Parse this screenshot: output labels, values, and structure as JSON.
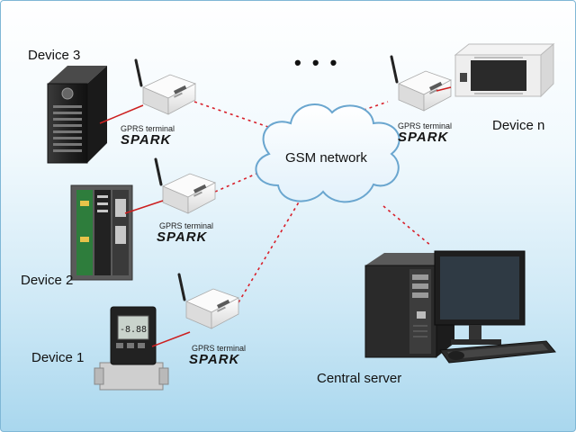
{
  "cloud": {
    "label": "GSM network"
  },
  "ellipsis": "• • •",
  "devices": {
    "device3": "Device 3",
    "device2": "Device 2",
    "device1": "Device 1",
    "device_n": "Device n"
  },
  "terminal": {
    "label": "GPRS terminal",
    "brand": "SPARK"
  },
  "server": {
    "label": "Central server"
  },
  "colors": {
    "link": "#d81f2a",
    "cable": "#cc1f1f",
    "cloud_edge": "#6aa6cf"
  }
}
